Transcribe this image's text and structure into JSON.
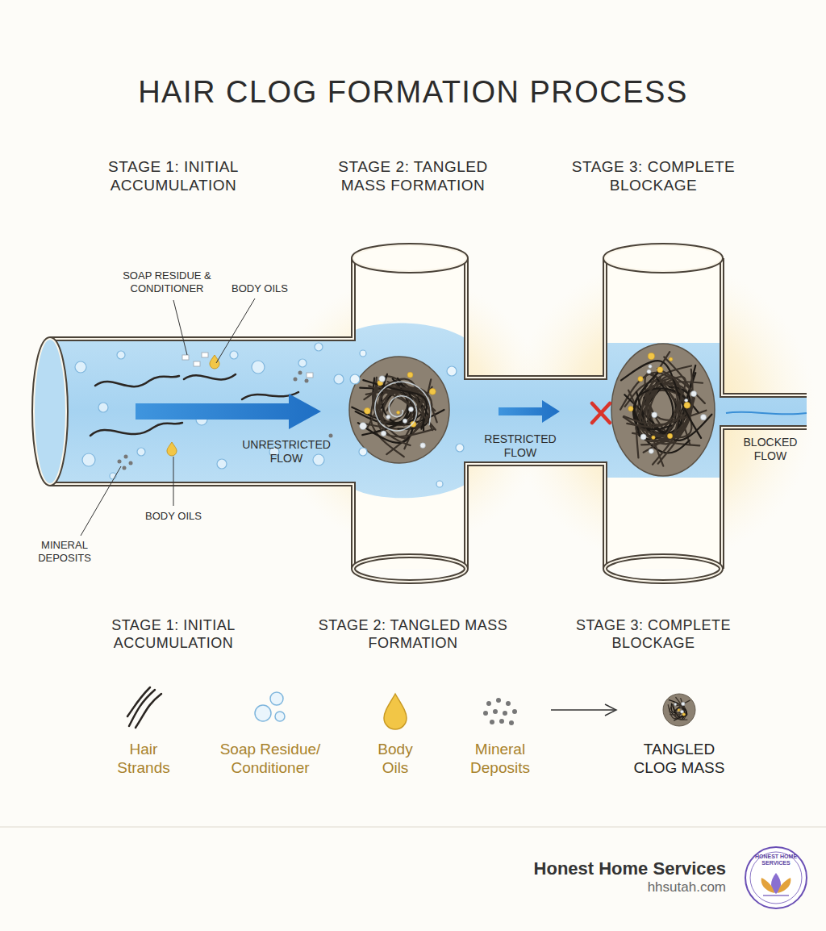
{
  "diagram": {
    "title": "HAIR CLOG FORMATION PROCESS",
    "labels": [
      "STAGE 1: INITIAL ACCUMULATION",
      "STAGE 2: TANGLED MASS FORMATION",
      "STAGE 3: COMPLETE BLOCKAGE",
      "SOAP RESIDUE & CONDITIONER",
      "BODY OILS",
      "BODY OILS",
      "MINERAL DEPOSITS",
      "UNRESTRICTED FLOW",
      "RESTRICTED FLOW",
      "BLOCKED FLOW",
      "STAGE 1: INITIAL ACCUMULATION",
      "STAGE 2: TANGLED MASS FORMATION",
      "STAGE 3: COMPLETE BLOCKAGE",
      "TANGLED CLOG MASS",
      "Honest Home Services",
      "hhsutah.com",
      "HONEST HOME SERVICES"
    ],
    "legend": [
      {
        "text": "Hair Strands"
      },
      {
        "text": "Soap Residue/ Conditioner"
      },
      {
        "text": "Body Oils"
      },
      {
        "text": "Mineral Deposits"
      }
    ]
  }
}
